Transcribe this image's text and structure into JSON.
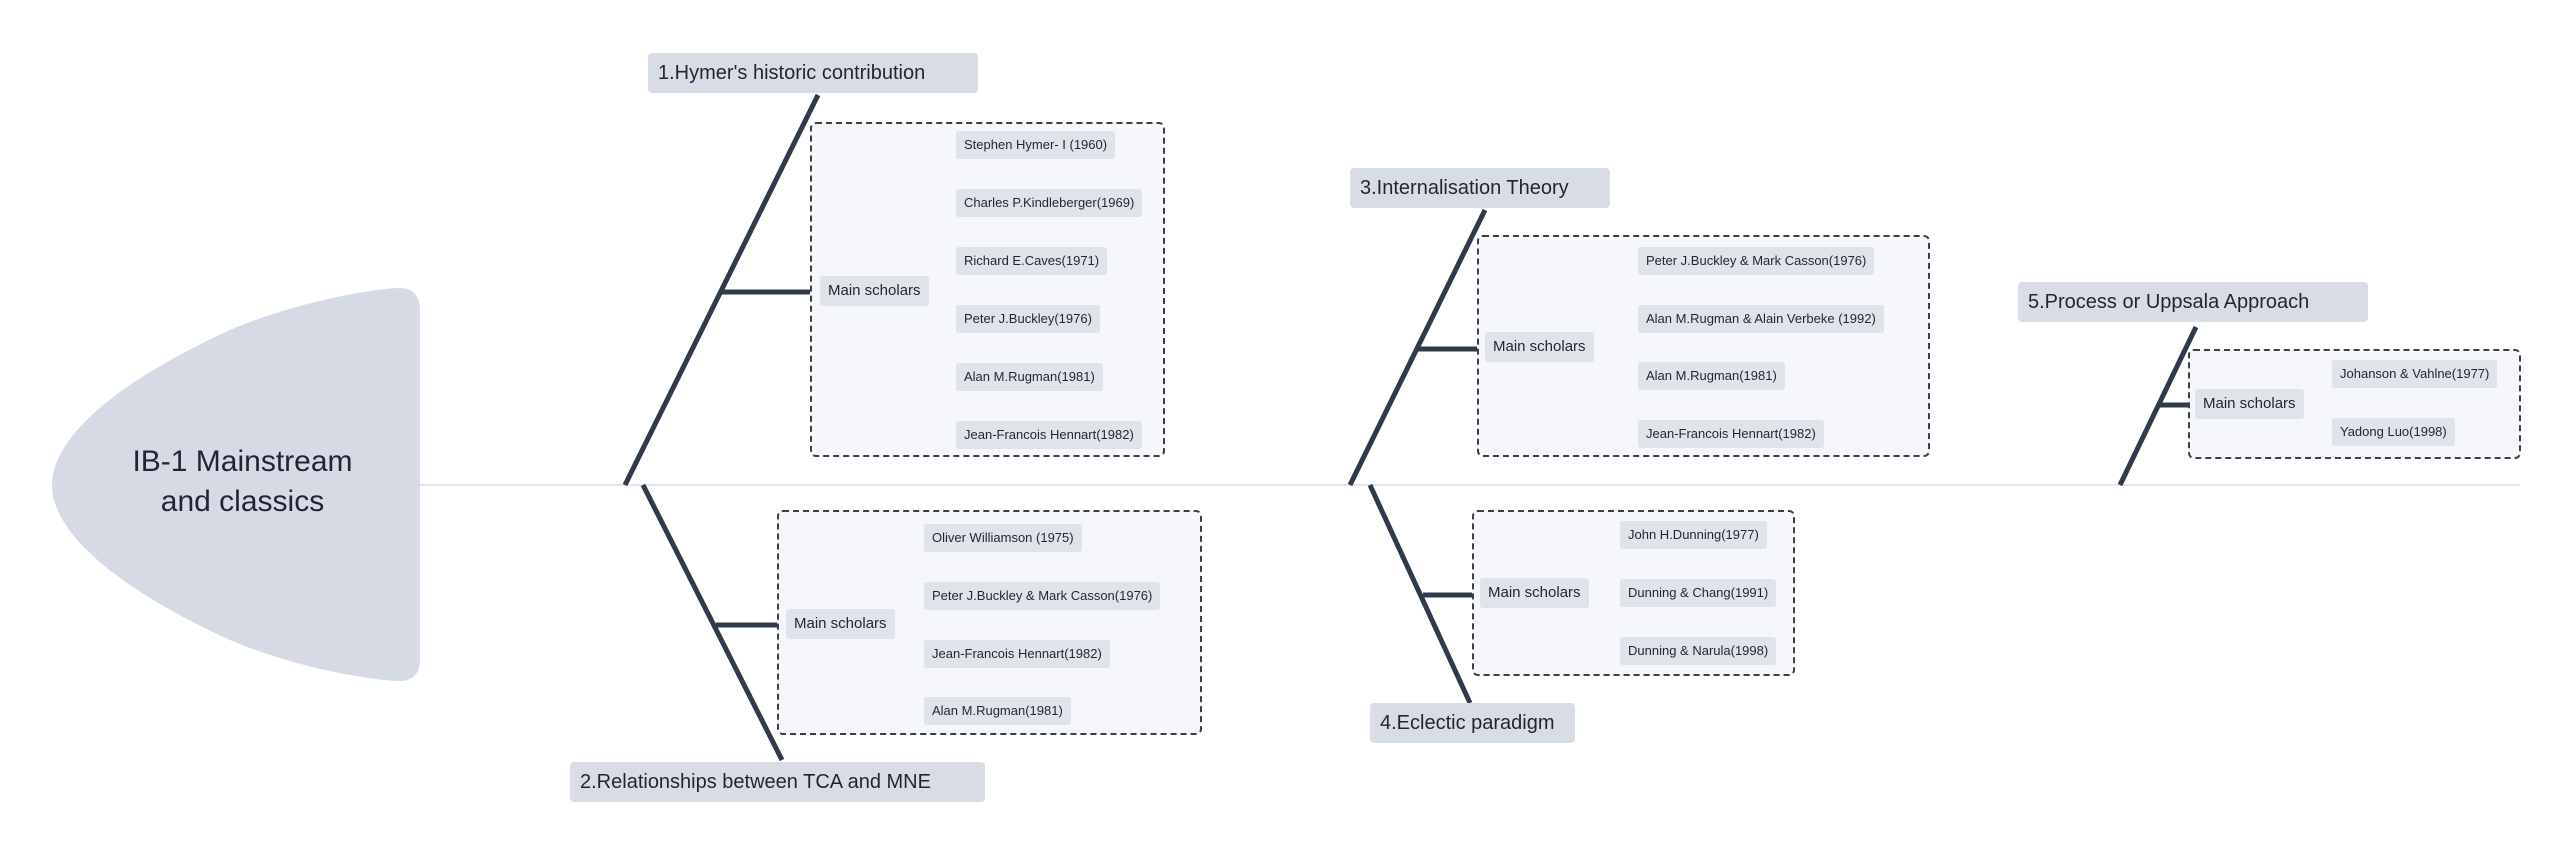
{
  "central": {
    "title_line1": "IB-1 Mainstream",
    "title_line2": "and classics"
  },
  "topics": [
    {
      "label": "1.Hymer's historic contribution",
      "group_label": "Main scholars",
      "scholars": [
        "Stephen Hymer- I (1960)",
        "Charles P.Kindleberger(1969)",
        "Richard E.Caves(1971)",
        "Peter J.Buckley(1976)",
        "Alan M.Rugman(1981)",
        "Jean-Francois Hennart(1982)"
      ]
    },
    {
      "label": "2.Relationships between TCA and MNE",
      "group_label": "Main scholars",
      "scholars": [
        "Oliver Williamson  (1975)",
        "Peter J.Buckley & Mark Casson(1976)",
        "Jean-Francois Hennart(1982)",
        "Alan M.Rugman(1981)"
      ]
    },
    {
      "label": "3.Internalisation Theory",
      "group_label": "Main scholars",
      "scholars": [
        "Peter J.Buckley & Mark Casson(1976)",
        "Alan M.Rugman & Alain Verbeke (1992)",
        "Alan M.Rugman(1981)",
        "Jean-Francois Hennart(1982)"
      ]
    },
    {
      "label": "4.Eclectic paradigm",
      "group_label": "Main scholars",
      "scholars": [
        "John H.Dunning(1977)",
        "Dunning & Chang(1991)",
        "Dunning & Narula(1998)"
      ]
    },
    {
      "label": "5.Process or Uppsala Approach",
      "group_label": "Main scholars",
      "scholars": [
        "Johanson & Vahlne(1977)",
        "Yadong Luo(1998)"
      ]
    }
  ],
  "colors": {
    "line": "#2f3a4b",
    "head_fill": "#d6dae4",
    "topic_fill": "#d8dce5",
    "box_fill": "#f5f7fa"
  }
}
